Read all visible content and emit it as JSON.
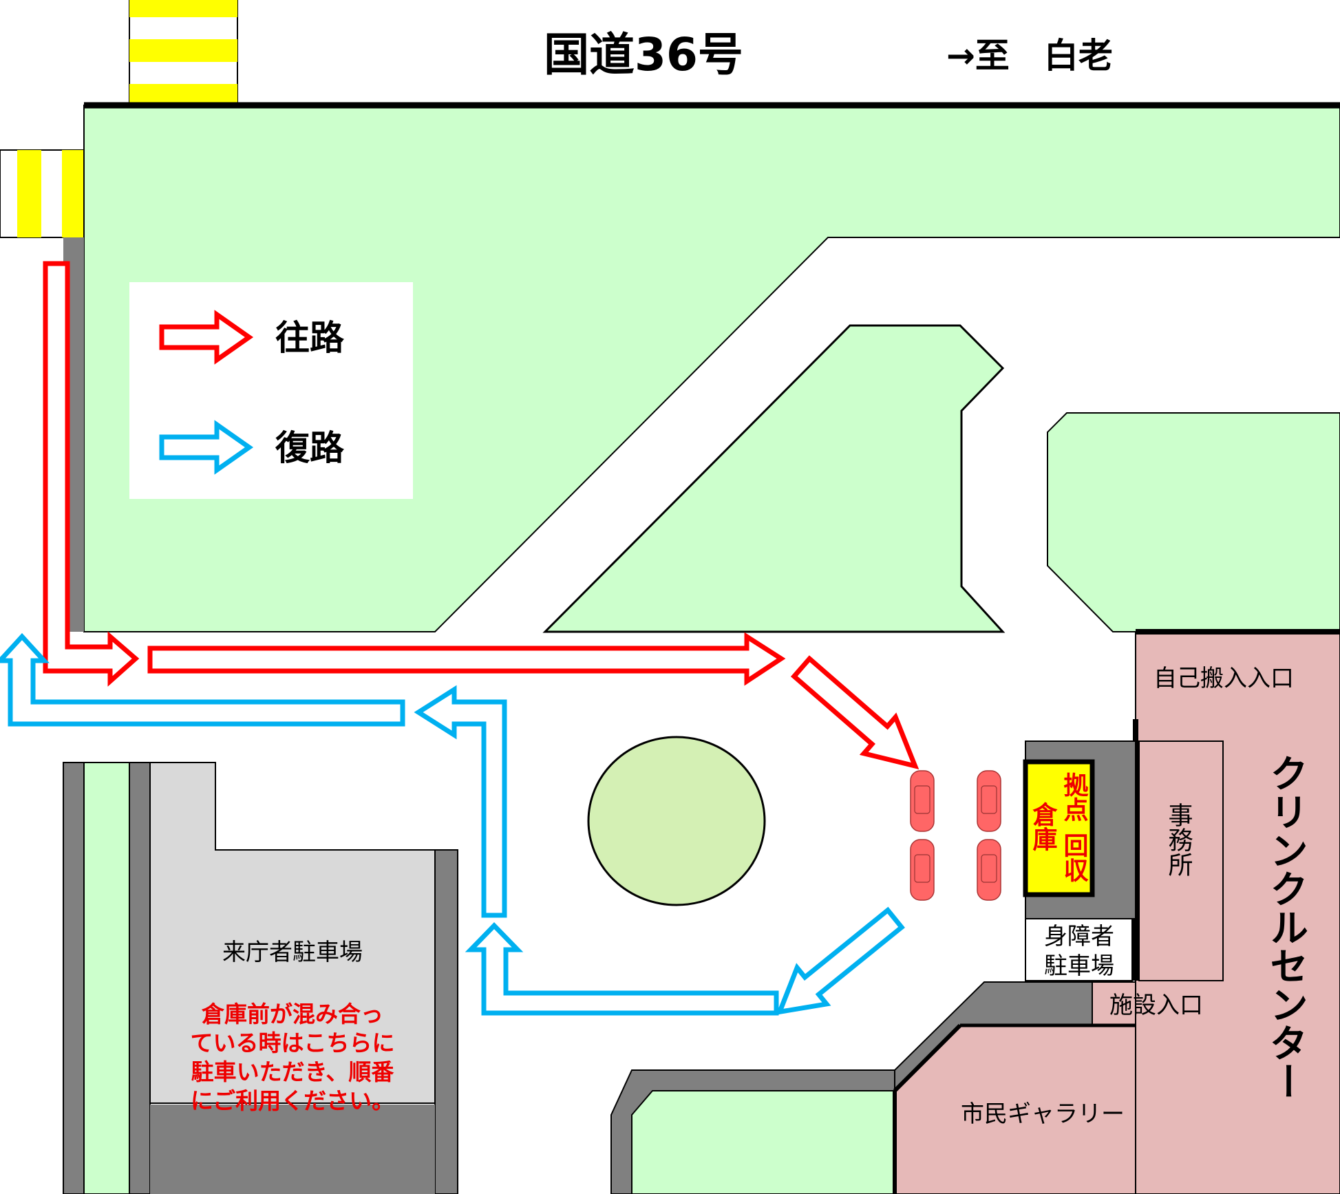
{
  "road": {
    "name": "国道36号",
    "direction": "→至　白老"
  },
  "legend": {
    "outbound": "往路",
    "return": "復路"
  },
  "colors": {
    "outbound": "#ff0000",
    "return": "#00b0f0",
    "grass": "#ccffcc",
    "building": "#e6b9b8",
    "warehouse": "#ffff00"
  },
  "buildings": {
    "self_delivery_entrance": "自己搬入入口",
    "office": "事務所",
    "center_name": "クリンクルセンター",
    "warehouse_col1": "拠点",
    "warehouse_col2": "回収",
    "warehouse_col3": "倉庫",
    "disabled_parking_1": "身障者",
    "disabled_parking_2": "駐車場",
    "facility_entrance": "施設入口",
    "gallery": "市民ギャラリー"
  },
  "visitor_parking": {
    "label": "来庁者駐車場",
    "note_lines": [
      "倉庫前が混み合っ",
      "ている時はこちらに",
      "駐車いただき、順番",
      "にご利用ください。"
    ]
  }
}
